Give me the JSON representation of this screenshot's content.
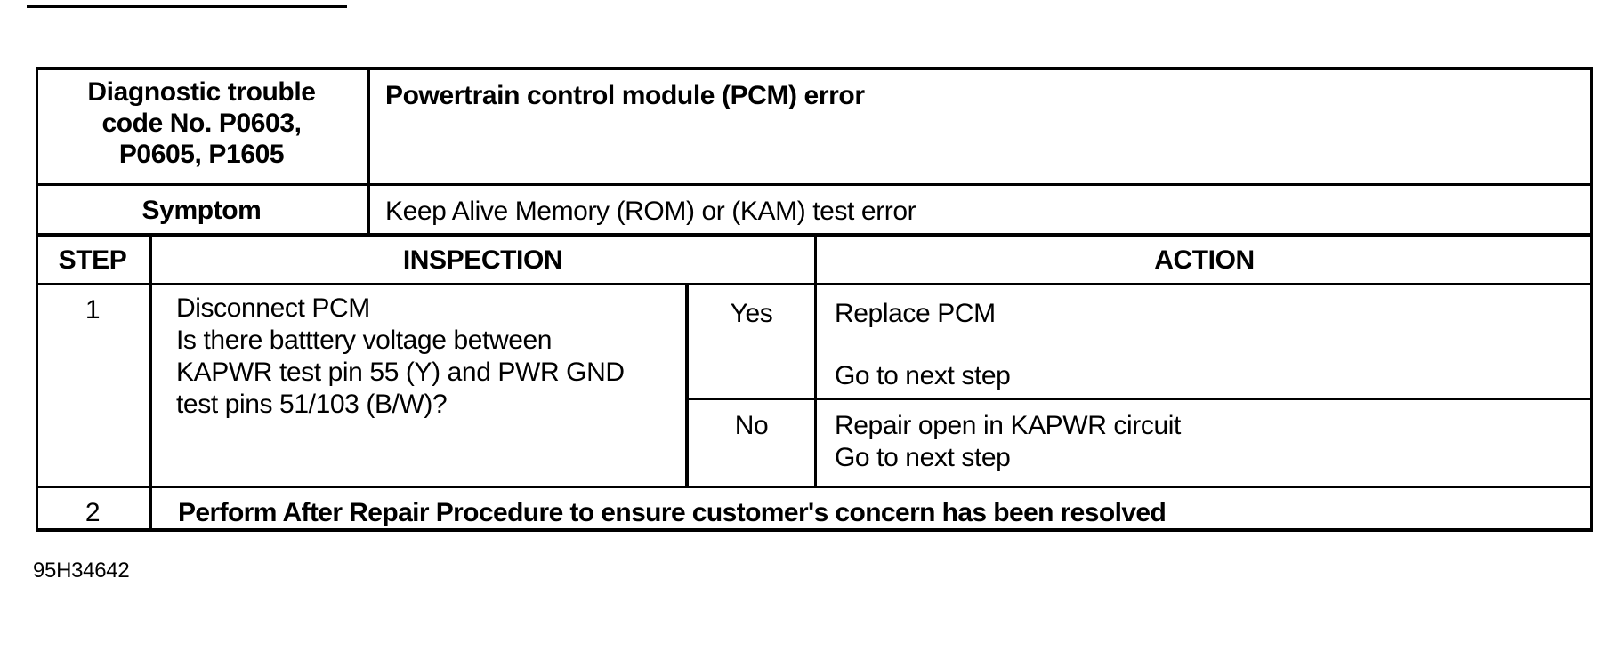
{
  "colors": {
    "ink": "#000000",
    "paper": "#ffffff"
  },
  "figure_code": "95H34642",
  "table": {
    "dtc_cell": {
      "line1": "Diagnostic trouble",
      "line2": "code No. P0603,",
      "line3": "P0605, P1605"
    },
    "dtc_description": "Powertrain control module (PCM) error",
    "symptom_label": "Symptom",
    "symptom_description": "Keep Alive Memory (ROM) or (KAM) test error",
    "columns": {
      "step": "STEP",
      "inspection": "INSPECTION",
      "action": "ACTION"
    },
    "steps": [
      {
        "number": "1",
        "inspection_line1": "Disconnect PCM",
        "inspection_line2": "Is there batttery voltage between",
        "inspection_line3": "KAPWR test pin 55 (Y) and PWR GND",
        "inspection_line4": "test pins 51/103 (B/W)?",
        "yes_label": "Yes",
        "yes_action_line1": "Replace PCM",
        "yes_action_line2": "Go to next step",
        "no_label": "No",
        "no_action_line1": "Repair open in KAPWR circuit",
        "no_action_line2": "Go to next step"
      },
      {
        "number": "2",
        "action": "Perform After Repair Procedure to ensure customer's concern has been resolved"
      }
    ]
  }
}
